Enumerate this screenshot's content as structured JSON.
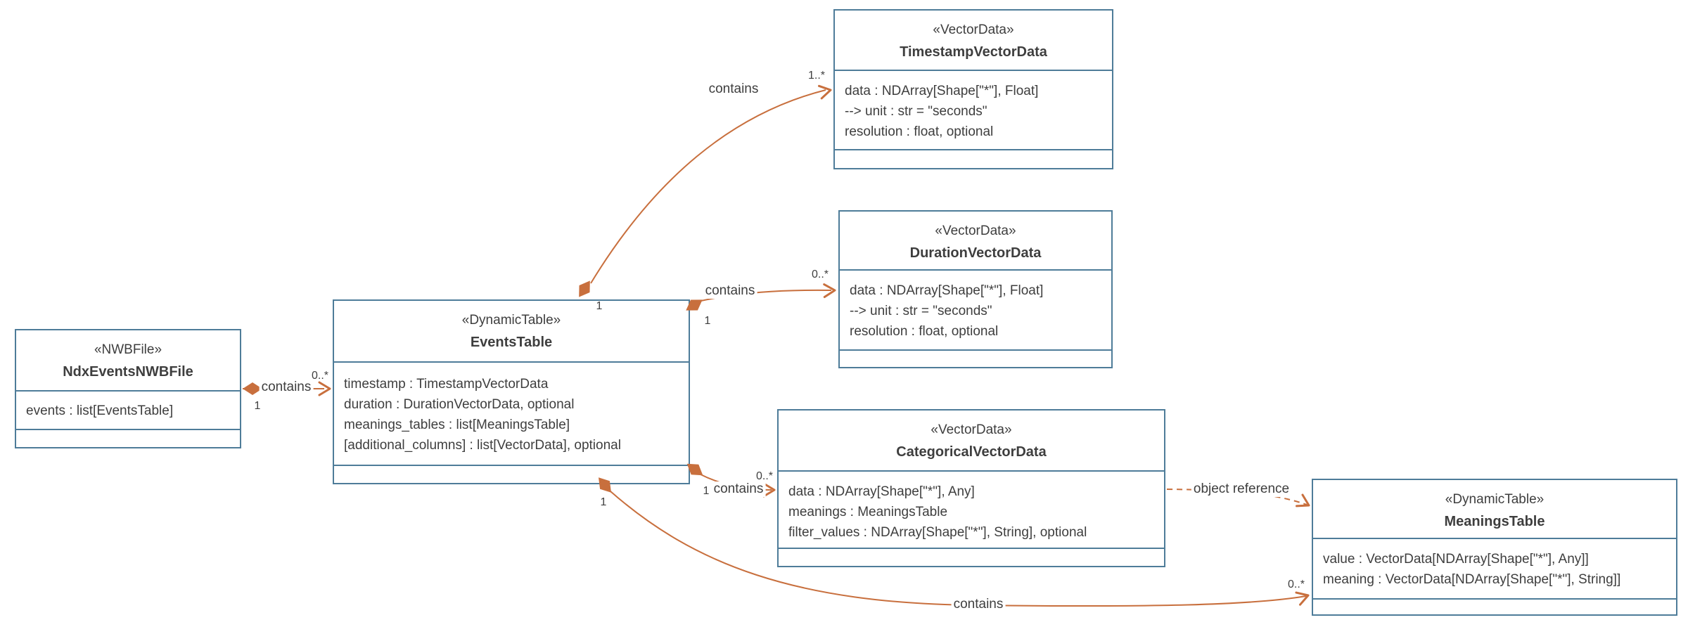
{
  "colors": {
    "box_border": "#4E7C99",
    "connector_accent": "#C86F3D",
    "text": "#3E3E3E"
  },
  "classes": {
    "ndx_events_nwb_file": {
      "stereotype": "«NWBFile»",
      "name": "NdxEventsNWBFile",
      "attributes": [
        "events : list[EventsTable]"
      ]
    },
    "events_table": {
      "stereotype": "«DynamicTable»",
      "name": "EventsTable",
      "attributes": [
        "timestamp : TimestampVectorData",
        "duration : DurationVectorData, optional",
        "meanings_tables : list[MeaningsTable]",
        "[additional_columns] : list[VectorData], optional"
      ]
    },
    "timestamp_vector_data": {
      "stereotype": "«VectorData»",
      "name": "TimestampVectorData",
      "attributes": [
        "data : NDArray[Shape[\"*\"], Float]",
        "--> unit : str = \"seconds\"",
        "resolution : float, optional"
      ]
    },
    "duration_vector_data": {
      "stereotype": "«VectorData»",
      "name": "DurationVectorData",
      "attributes": [
        "data : NDArray[Shape[\"*\"], Float]",
        "--> unit : str = \"seconds\"",
        "resolution : float, optional"
      ]
    },
    "categorical_vector_data": {
      "stereotype": "«VectorData»",
      "name": "CategoricalVectorData",
      "attributes": [
        "data : NDArray[Shape[\"*\"], Any]",
        "meanings : MeaningsTable",
        "filter_values : NDArray[Shape[\"*\"], String], optional"
      ]
    },
    "meanings_table": {
      "stereotype": "«DynamicTable»",
      "name": "MeaningsTable",
      "attributes": [
        "value : VectorData[NDArray[Shape[\"*\"], Any]]",
        "meaning : VectorData[NDArray[Shape[\"*\"], String]]"
      ]
    }
  },
  "connections": {
    "nwbfile_contains_events": {
      "label": "contains",
      "source_multiplicity": "1",
      "target_multiplicity": "0..*"
    },
    "events_contains_timestamp": {
      "label": "contains",
      "source_multiplicity": "1",
      "target_multiplicity": "1..*"
    },
    "events_contains_duration": {
      "label": "contains",
      "source_multiplicity": "1",
      "target_multiplicity": "0..*"
    },
    "events_contains_categorical": {
      "label": "contains",
      "source_multiplicity": "1",
      "target_multiplicity": "0..*"
    },
    "events_contains_meanings": {
      "label": "contains",
      "source_multiplicity": "1",
      "target_multiplicity": "0..*"
    },
    "categorical_references_meanings": {
      "label": "object reference"
    }
  }
}
